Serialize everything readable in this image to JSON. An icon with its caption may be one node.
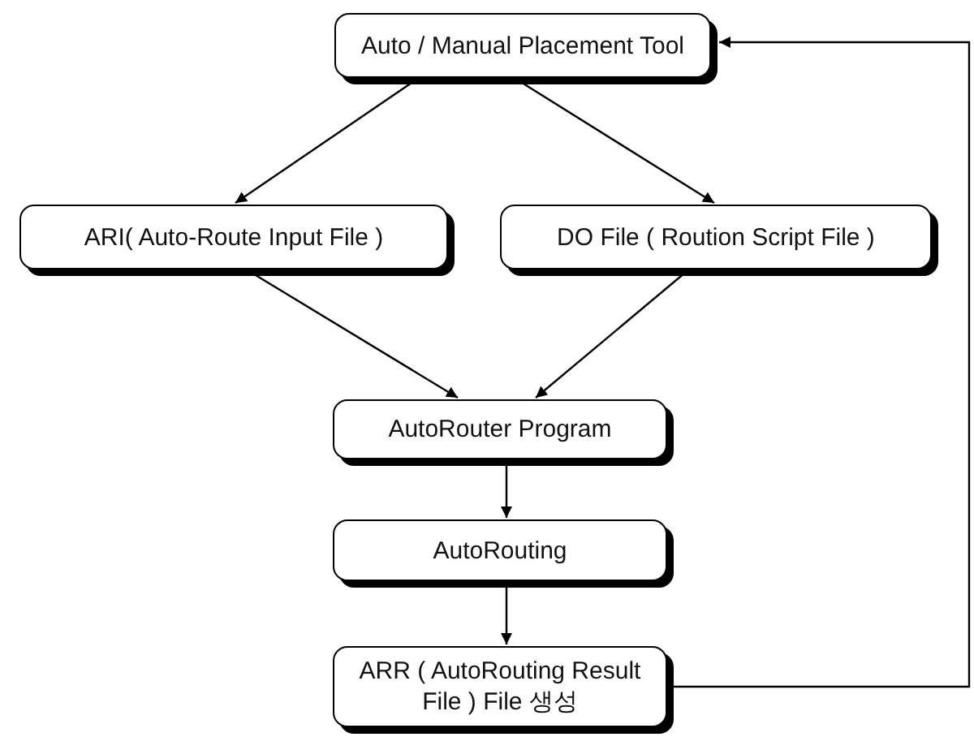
{
  "diagram": {
    "nodes": [
      {
        "text": [
          "Auto / Manual Placement Tool"
        ]
      },
      {
        "text": [
          "ARI( Auto-Route Input File )"
        ]
      },
      {
        "text": [
          "DO File ( Roution Script File )"
        ]
      },
      {
        "text": [
          "AutoRouter Program"
        ]
      },
      {
        "text": [
          "AutoRouting"
        ]
      },
      {
        "text": [
          "ARR ( AutoRouting Result File ) File 생성"
        ]
      }
    ],
    "edges": [
      {
        "from": 0,
        "to": 1,
        "arrow": "to"
      },
      {
        "from": 0,
        "to": 2,
        "arrow": "to"
      },
      {
        "from": 1,
        "to": 3,
        "arrow": "to"
      },
      {
        "from": 2,
        "to": 3,
        "arrow": "to"
      },
      {
        "from": 3,
        "to": 4,
        "arrow": "to"
      },
      {
        "from": 4,
        "to": 5,
        "arrow": "to"
      },
      {
        "from": 5,
        "to": 0,
        "arrow": "to"
      }
    ]
  }
}
